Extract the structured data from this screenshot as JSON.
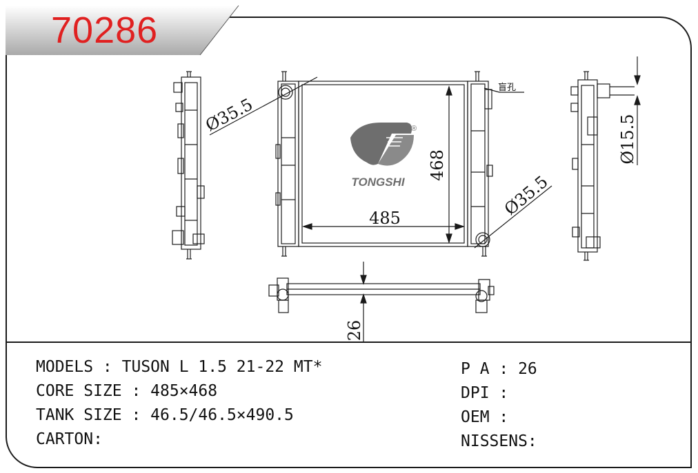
{
  "product_code": "70286",
  "brand": {
    "name": "TONGSHI",
    "registered_mark": "®"
  },
  "colors": {
    "code_red": "#e02020",
    "line": "#1a1a1a",
    "logo_grey": "#6e6e6e"
  },
  "dimensions": {
    "width": "485",
    "height": "468",
    "inlet_diameter": "Ø35.5",
    "outlet_diameter": "Ø35.5",
    "side_diameter": "Ø15.5",
    "thickness": "26",
    "blind_hole_label": "盲孔"
  },
  "specs": {
    "models": "MODELS : TUSON L 1.5 21-22 MT*",
    "core_size": "CORE SIZE : 485×468",
    "tank_size": "TANK SIZE : 46.5/46.5×490.5",
    "carton": "CARTON:",
    "pa": "P A : 26",
    "dpi": "DPI :",
    "oem": "OEM :",
    "nissens": "NISSENS:"
  }
}
